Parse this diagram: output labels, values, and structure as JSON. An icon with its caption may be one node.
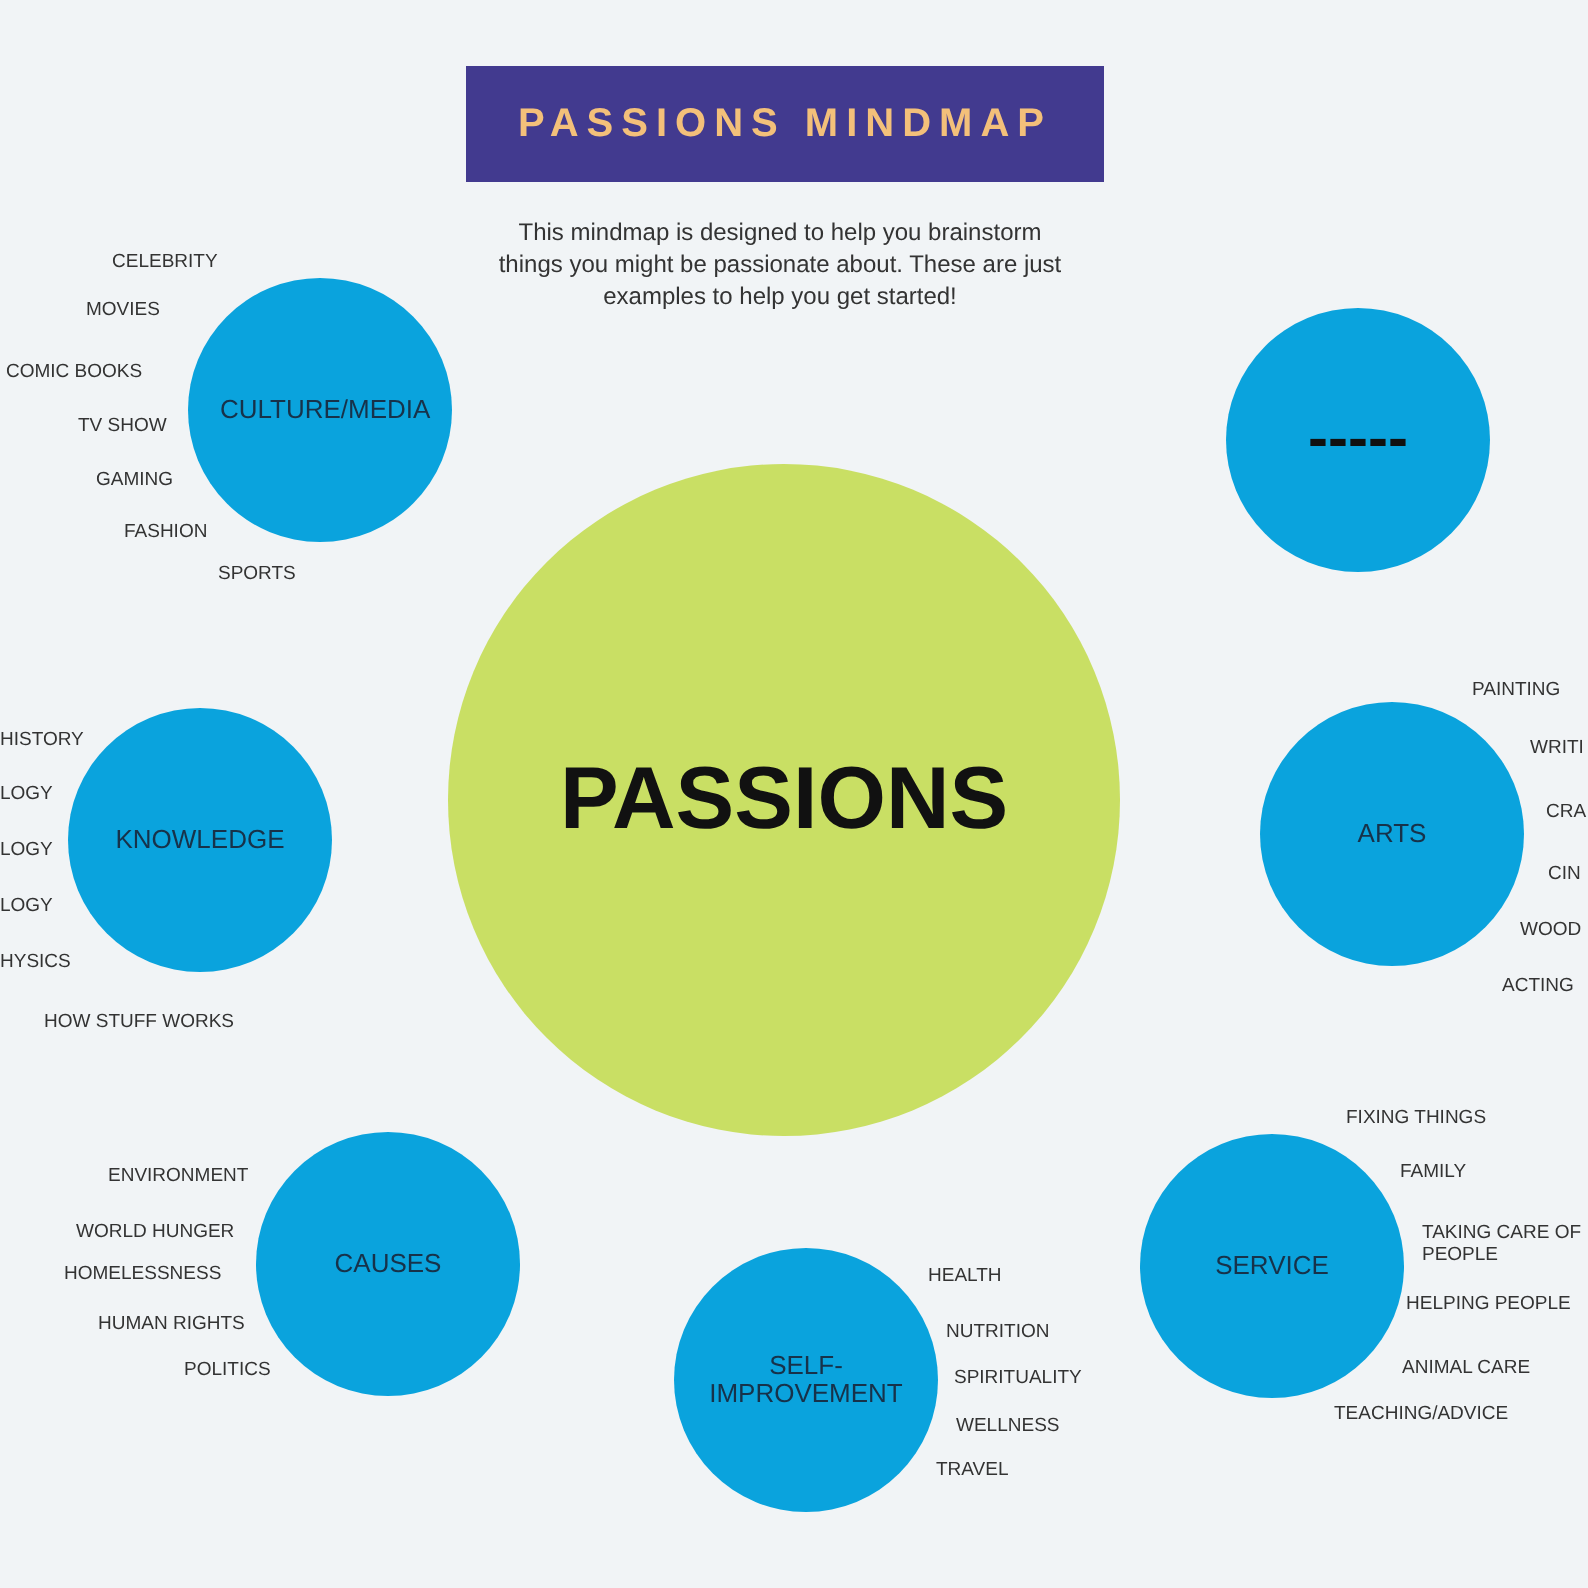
{
  "diagram": {
    "title": "PASSIONS MINDMAP",
    "nodes": [
      {
        "text": [
          "CULTURE/MEDIA"
        ],
        "beside": [
          "CELEBRITY",
          "MOVIES",
          "COMIC BOOKS",
          "TV SHOW",
          "GAMING",
          "FASHION",
          "SPORTS"
        ]
      },
      {
        "text": [
          "-----"
        ]
      },
      {
        "text": [
          "PASSIONS"
        ]
      },
      {
        "text": [
          "KNOWLEDGE"
        ],
        "beside": [
          "HISTORY",
          "LOGY",
          "LOGY",
          "LOGY",
          "HYSICS",
          "HOW STUFF WORKS"
        ]
      },
      {
        "text": [
          "ARTS"
        ],
        "beside": [
          "PAINTING",
          "WRITI",
          "CRA",
          "CIN",
          "WOOD",
          "ACTING"
        ]
      },
      {
        "text": [
          "CAUSES"
        ],
        "beside": [
          "ENVIRONMENT",
          "WORLD HUNGER",
          "HOMELESSNESS",
          "HUMAN RIGHTS",
          "POLITICS"
        ]
      },
      {
        "text": [
          "SERVICE"
        ],
        "beside": [
          "FIXING THINGS",
          "FAMILY",
          "TAKING CARE OF PEOPLE",
          "HELPING PEOPLE",
          "ANIMAL CARE",
          "TEACHING/ADVICE"
        ]
      },
      {
        "text": [
          "SELF- IMPROVEMENT"
        ],
        "beside": [
          "HEALTH",
          "NUTRITION",
          "SPIRITUALITY",
          "WELLNESS",
          "TRAVEL"
        ]
      }
    ],
    "labels": [
      "This mindmap is designed to help you brainstorm things you might be passionate about. These are just examples to help you get started!"
    ]
  }
}
